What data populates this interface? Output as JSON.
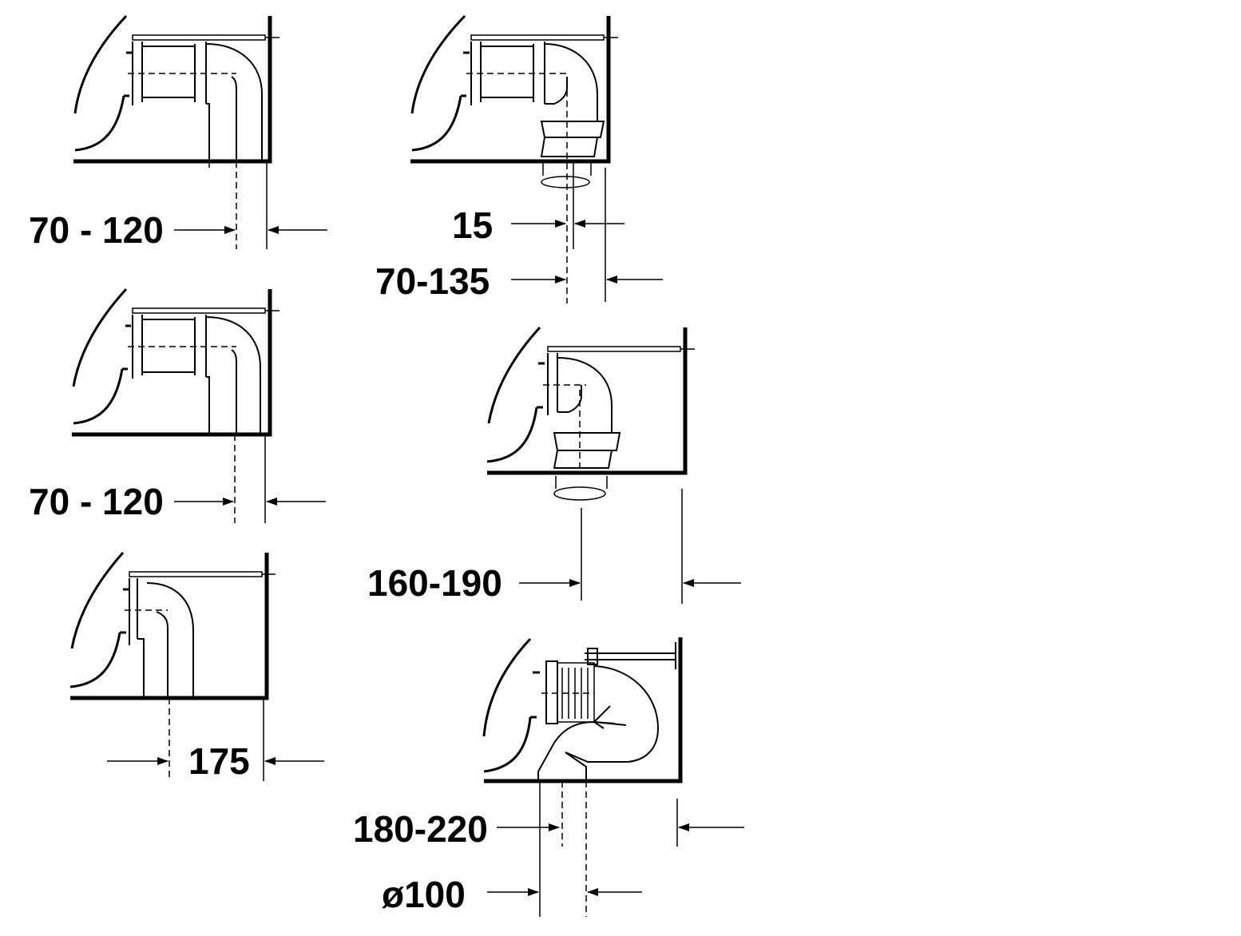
{
  "diagram": {
    "colors": {
      "line": "#000000",
      "background": "#ffffff"
    },
    "panels": [
      {
        "id": "panel-1",
        "labels": [
          "70 - 120"
        ]
      },
      {
        "id": "panel-2",
        "labels": [
          "70 - 120"
        ]
      },
      {
        "id": "panel-3",
        "labels": [
          "175"
        ]
      },
      {
        "id": "panel-4",
        "labels": [
          "15",
          "70-135"
        ]
      },
      {
        "id": "panel-5",
        "labels": [
          "160-190"
        ]
      },
      {
        "id": "panel-6",
        "labels": [
          "180-220",
          "ø100"
        ]
      }
    ]
  }
}
